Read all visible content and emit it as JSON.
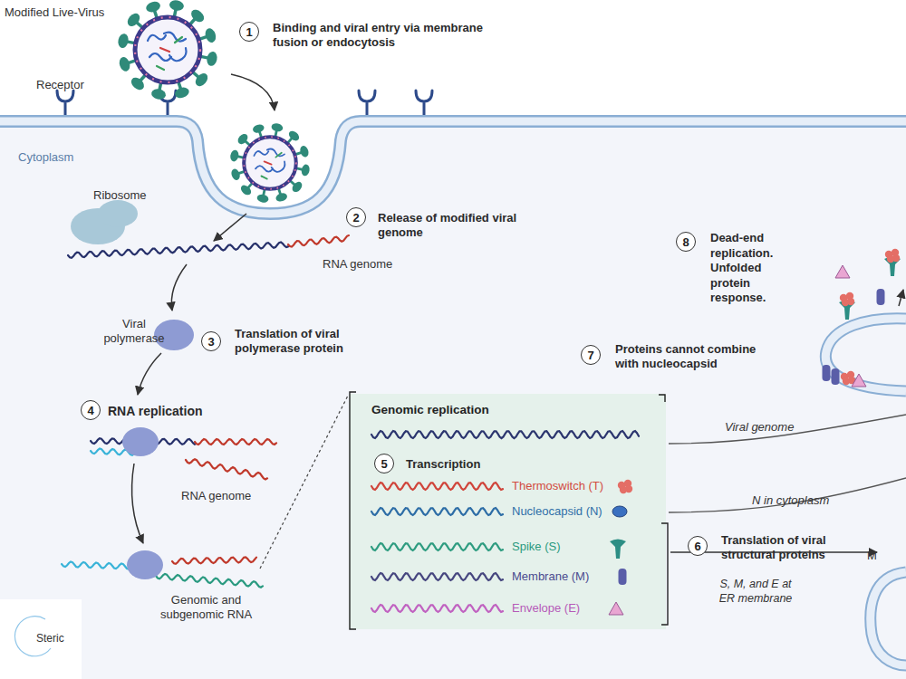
{
  "diagram": {
    "nodes": [
      {
        "text": [
          "1",
          "Binding and viral entry via membrane fusion or endocytosis"
        ]
      },
      {
        "text": [
          "2",
          "Release of modified viral genome"
        ]
      },
      {
        "text": [
          "8",
          "Dead-end replication. Unfolded protein response."
        ]
      },
      {
        "text": [
          "3",
          "Translation of viral polymerase protein"
        ]
      },
      {
        "text": [
          "7",
          "Proteins cannot combine with nucleocapsid"
        ]
      },
      {
        "text": [
          "4",
          "RNA replication"
        ]
      },
      {
        "text": [
          "Genomic replication",
          "Thermoswitch (T)",
          "Nucleocapsid (N)",
          "Spike (S)",
          "Membrane (M)",
          "Envelope (E)"
        ]
      },
      {
        "text": [
          "5",
          "Transcription"
        ],
        "in": 6
      },
      {
        "text": [
          "6",
          "Translation of viral structural proteins"
        ]
      }
    ],
    "labels": [
      "Modified Live-Virus",
      "Receptor",
      "Cytoplasm",
      "Ribosome",
      "RNA genome",
      "Viral polymerase",
      "RNA genome",
      "Genomic and subgenomic RNA",
      "Viral genome",
      "N in cytoplasm",
      "S, M, and E at ER membrane",
      "M",
      "Steric"
    ]
  }
}
